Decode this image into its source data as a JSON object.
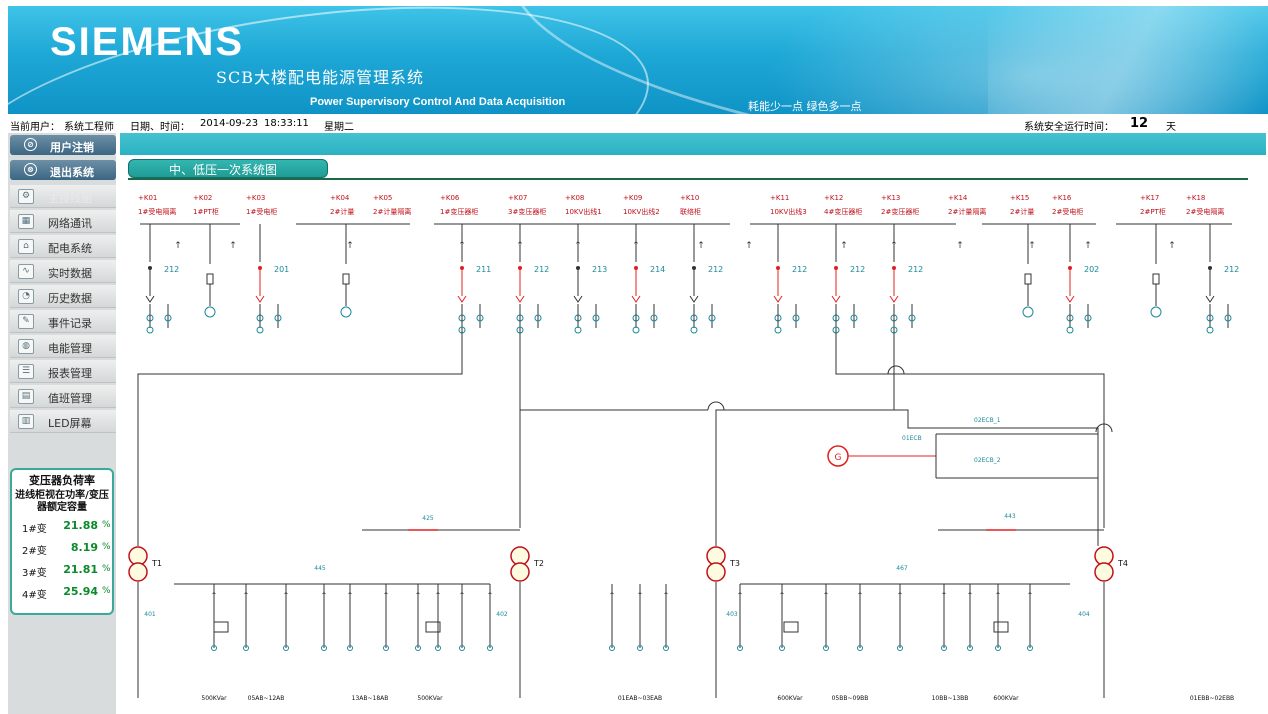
{
  "header": {
    "logo": "SIEMENS",
    "system_title": "SCB大楼配电能源管理系统",
    "subtitle": "Power Supervisory Control And Data Acquisition",
    "slogan": "耗能少一点  绿色多一点"
  },
  "info_bar": {
    "user_label": "当前用户：",
    "user_value": "系统工程师",
    "datetime_label": "日期、时间：",
    "date": "2014-09-23",
    "time": "18:33:11",
    "weekday": "星期二",
    "uptime_label": "系统安全运行时间：",
    "uptime_value": "12",
    "uptime_unit": "天"
  },
  "sidebar": {
    "top_buttons": [
      {
        "label": "用户注销",
        "icon": "user-logout-icon"
      },
      {
        "label": "退出系统",
        "icon": "exit-icon"
      }
    ],
    "nav_items": [
      {
        "label": "主接线图",
        "icon": "wiring-icon"
      },
      {
        "label": "网络通讯",
        "icon": "network-icon"
      },
      {
        "label": "配电系统",
        "icon": "distribution-icon"
      },
      {
        "label": "实时数据",
        "icon": "realtime-icon"
      },
      {
        "label": "历史数据",
        "icon": "history-icon"
      },
      {
        "label": "事件记录",
        "icon": "event-icon"
      },
      {
        "label": "电能管理",
        "icon": "energy-icon"
      },
      {
        "label": "报表管理",
        "icon": "report-icon"
      },
      {
        "label": "值班管理",
        "icon": "duty-icon"
      },
      {
        "label": "LED屏幕",
        "icon": "led-icon"
      }
    ]
  },
  "load_panel": {
    "title": "变压器负荷率",
    "formula": "进线柜视在功率/变压器额定容量",
    "rows": [
      {
        "name": "1#变",
        "value": "21.88",
        "unit": "%"
      },
      {
        "name": "2#变",
        "value": "8.19",
        "unit": "%"
      },
      {
        "name": "3#变",
        "value": "21.81",
        "unit": "%"
      },
      {
        "name": "4#变",
        "value": "25.94",
        "unit": "%"
      }
    ]
  },
  "diagram": {
    "title": "中、低压一次系统图",
    "cabinets": [
      {
        "id": "+K01",
        "name": "1#受电隔离"
      },
      {
        "id": "+K02",
        "name": "1#PT柜"
      },
      {
        "id": "+K03",
        "name": "1#受电柜"
      },
      {
        "id": "+K04",
        "name": "2#计量"
      },
      {
        "id": "+K05",
        "name": "2#计量隔离"
      },
      {
        "id": "+K06",
        "name": "1#变压器柜"
      },
      {
        "id": "+K07",
        "name": "3#变压器柜"
      },
      {
        "id": "+K08",
        "name": "10KV出线1"
      },
      {
        "id": "+K09",
        "name": "10KV出线2"
      },
      {
        "id": "+K10",
        "name": "联络柜"
      },
      {
        "id": "+K11",
        "name": "10KV出线3"
      },
      {
        "id": "+K12",
        "name": "4#变压器柜"
      },
      {
        "id": "+K13",
        "name": "2#变压器柜"
      },
      {
        "id": "+K14",
        "name": "2#计量隔离"
      },
      {
        "id": "+K15",
        "name": "2#计量"
      },
      {
        "id": "+K16",
        "name": "2#受电柜"
      },
      {
        "id": "+K17",
        "name": "2#PT柜"
      },
      {
        "id": "+K18",
        "name": "2#受电隔离"
      }
    ],
    "breaker_codes": [
      "212",
      "201",
      "211",
      "212",
      "213",
      "214",
      "212",
      "212",
      "212",
      "212",
      "202",
      "212"
    ],
    "transformers": [
      "T1",
      "T2",
      "T3",
      "T4"
    ],
    "generator": "G",
    "gen_labels": {
      "main": "01ECB",
      "b1": "02ECB_1",
      "b2": "02ECB_2"
    },
    "lv_codes": {
      "c425": "425",
      "c443": "443",
      "c445": "445",
      "c467": "467",
      "c401": "401",
      "c402": "402",
      "c403": "403",
      "c404": "404"
    },
    "lv_groups": [
      "500KVar",
      "05AB~12AB",
      "13AB~18AB",
      "500KVar",
      "01EAB~03EAB",
      "600KVar",
      "05BB~09BB",
      "10BB~13BB",
      "600KVar",
      "01EBB~02EBB"
    ]
  },
  "colors": {
    "accent": "#1ea8d6",
    "breaker_red": "#e02020",
    "code_teal": "#1a8a9a",
    "panel_border": "#3aa99a"
  }
}
